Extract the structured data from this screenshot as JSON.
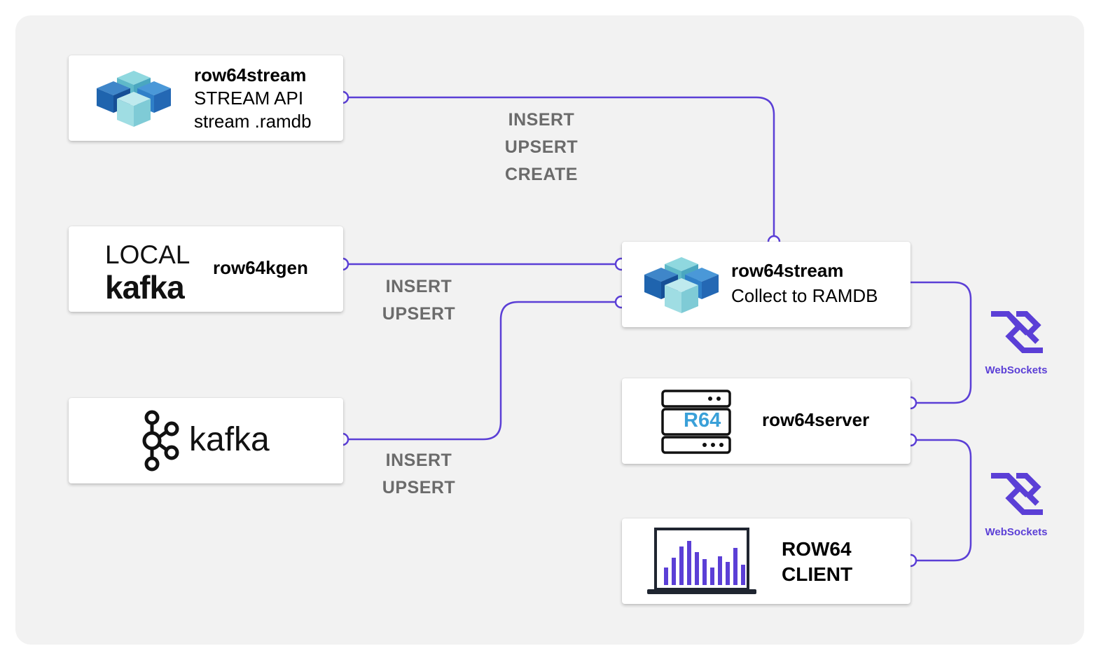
{
  "nodes": {
    "stream_api": {
      "title": "row64stream",
      "line2": "STREAM API",
      "line3": "stream .ramdb",
      "icon": "cubes-icon"
    },
    "local_kafka": {
      "logo_top": "LOCAL",
      "logo_bottom": "kafka",
      "title": "row64kgen",
      "icon": "kafka-wordmark"
    },
    "kafka": {
      "logo_text": "kafka",
      "icon": "kafka-logo-icon"
    },
    "stream_collect": {
      "title": "row64stream",
      "subtitle": "Collect to RAMDB",
      "icon": "cubes-icon"
    },
    "server": {
      "badge": "R64",
      "title": "row64server",
      "icon": "server-icon"
    },
    "client": {
      "title_line1": "ROW64",
      "title_line2": "CLIENT",
      "icon": "laptop-chart-icon"
    }
  },
  "edges": {
    "api_to_stream": {
      "ops": [
        "INSERT",
        "UPSERT",
        "CREATE"
      ]
    },
    "kgen_to_stream": {
      "ops": [
        "INSERT",
        "UPSERT"
      ]
    },
    "kafka_to_stream": {
      "ops": [
        "INSERT",
        "UPSERT"
      ]
    }
  },
  "websockets": [
    {
      "label": "WebSockets",
      "icon": "websocket-icon"
    },
    {
      "label": "WebSockets",
      "icon": "websocket-icon"
    }
  ],
  "colors": {
    "wire": "#5b3fd6",
    "cube_dark": "#1a5fa8",
    "cube_mid": "#3a8fd4",
    "cube_light": "#7fd3db",
    "server_badge": "#3aa0d8",
    "chart_bars": "#5b3fd6",
    "label_gray": "#6b6b6b"
  }
}
